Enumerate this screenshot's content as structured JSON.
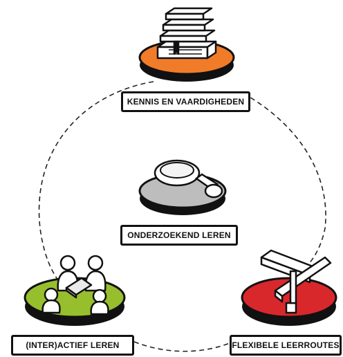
{
  "labels": {
    "top": "KENNIS EN VAARDIGHEDEN",
    "center": "ONDERZOEKEND LEREN",
    "left": "(INTER)ACTIEF LEREN",
    "right": "FLEXIBELE LEERROUTES"
  },
  "colors": {
    "top_platform": "#f07c2a",
    "center_platform": "#bdbdbd",
    "left_platform": "#97bf2d",
    "right_platform": "#d8282c",
    "outline": "#111111",
    "connector": "#222222"
  },
  "icons": {
    "top": "stack-of-books-icon",
    "center": "magnifying-glass-icon",
    "left": "people-with-laptop-icon",
    "right": "crossroads-signpost-icon"
  }
}
